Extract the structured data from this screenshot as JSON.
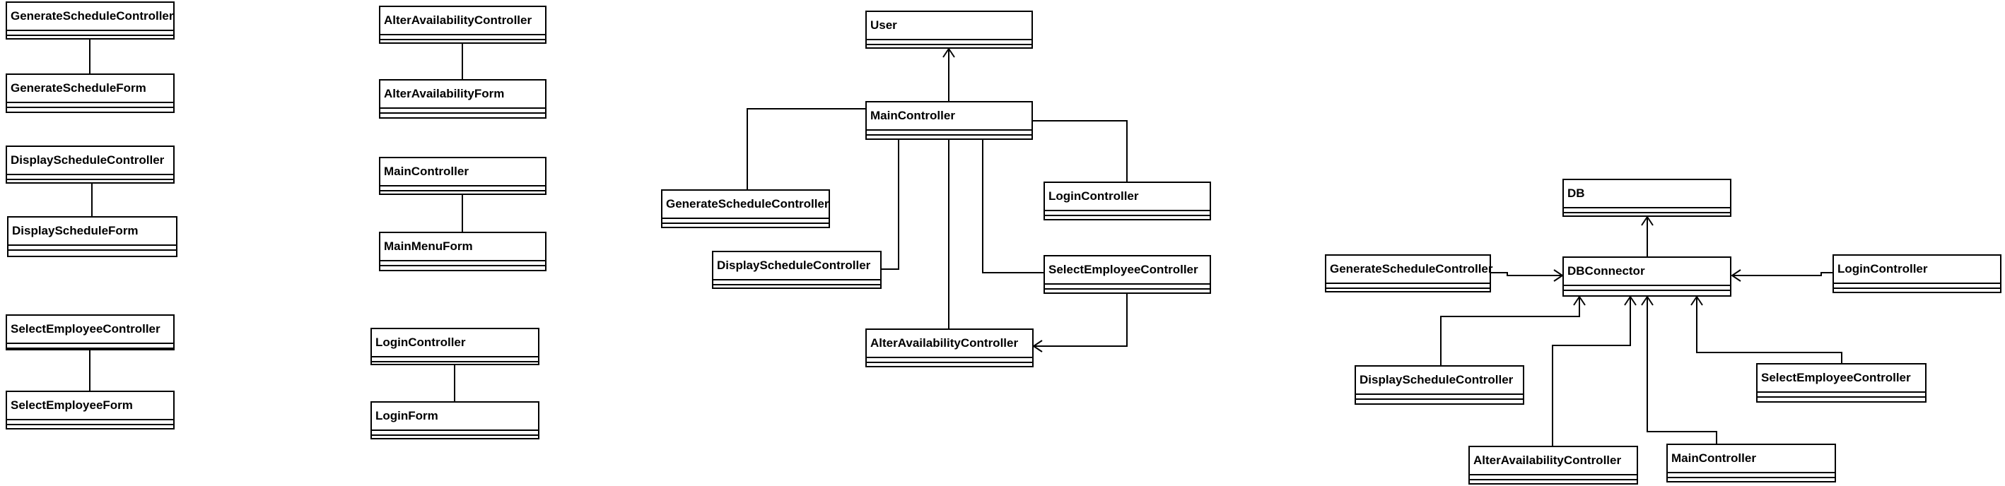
{
  "classes": {
    "c1": "GenerateScheduleController",
    "c2": "GenerateScheduleForm",
    "c3": "DisplayScheduleController",
    "c4": "DisplayScheduleForm",
    "c5": "SelectEmployeeController",
    "c6": "SelectEmployeeForm",
    "c7": "AlterAvailabilityController",
    "c8": "AlterAvailabilityForm",
    "c9": "MainController",
    "c10": "MainMenuForm",
    "c11": "LoginController",
    "c12": "LoginForm",
    "c13": "User",
    "c14": "MainController",
    "c15": "GenerateScheduleController",
    "c16": "LoginController",
    "c17": "DisplayScheduleController",
    "c18": "SelectEmployeeController",
    "c19": "AlterAvailabilityController",
    "c20": "DB",
    "c21": "GenerateScheduleController",
    "c22": "DBConnector",
    "c23": "LoginController",
    "c24": "DisplayScheduleController",
    "c25": "SelectEmployeeController",
    "c26": "AlterAvailabilityController",
    "c27": "MainController"
  }
}
